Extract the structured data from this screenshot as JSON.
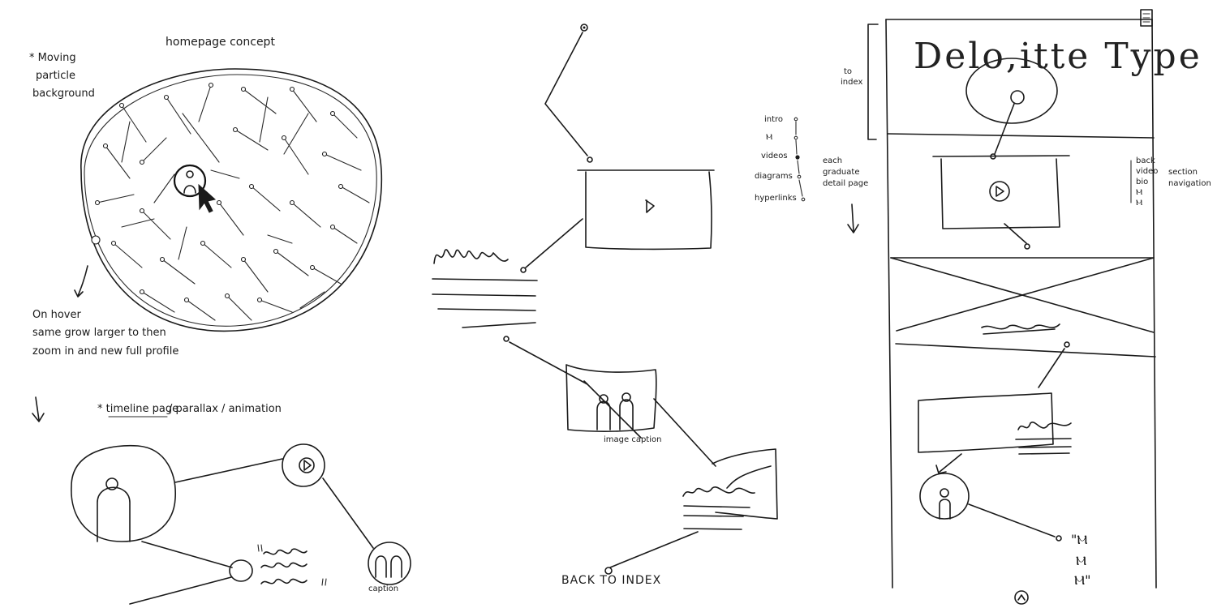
{
  "homepage": {
    "title": "homepage concept",
    "note_bg_1": "* Moving",
    "note_bg_2": "particle",
    "note_bg_3": "background",
    "hover_1": "On hover",
    "hover_2": "same grow larger to then",
    "hover_3": "zoom in and new full profile"
  },
  "timeline": {
    "label_a": "* timeline page",
    "label_b": "/ parallax / animation",
    "caption": "caption"
  },
  "detail": {
    "image_caption": "image caption",
    "back_link": "BACK TO INDEX"
  },
  "side_nav": {
    "items": [
      "intro",
      "Ⲙ",
      "videos",
      "diagrams",
      "hyperlinks"
    ],
    "each_1": "each",
    "each_2": "graduate",
    "each_3": "detail page"
  },
  "profile_page": {
    "title": "Delo,itte Type",
    "to_index_1": "to",
    "to_index_2": "index",
    "section_nav_items": [
      "back",
      "video",
      "bio",
      "Ⲙ",
      "Ⲙ"
    ],
    "section_nav_label_1": "section",
    "section_nav_label_2": "navigation",
    "quote_1": "\"Ⲙ",
    "quote_2": "Ⲙ",
    "quote_3": "Ⲙ\""
  },
  "icons": [
    "menu-icon",
    "play-icon",
    "person-icon",
    "cursor-icon",
    "arrow-up-icon"
  ]
}
